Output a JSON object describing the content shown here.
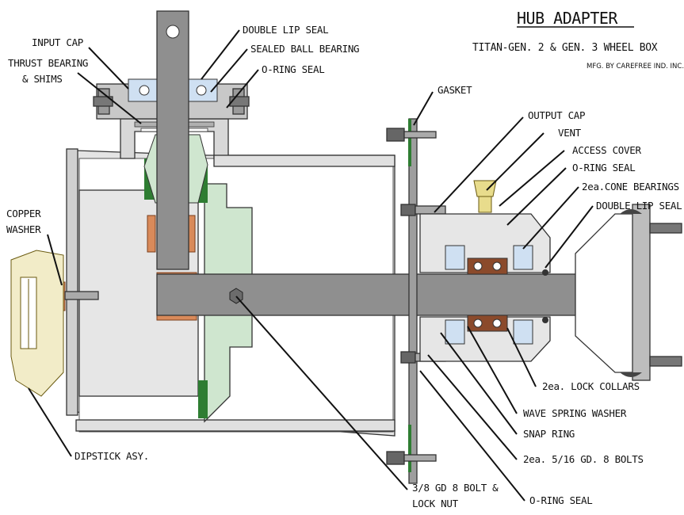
{
  "header": {
    "title": "HUB ADAPTER",
    "subtitle": "TITAN-GEN. 2 & GEN. 3 WHEEL BOX",
    "manufacturer": "MFG. BY CAREFREE IND. INC."
  },
  "labels": {
    "input_cap": "INPUT CAP",
    "thrust_bearing_1": "THRUST BEARING",
    "thrust_bearing_2": "& SHIMS",
    "double_lip_seal_top": "DOUBLE LIP SEAL",
    "sealed_ball_bearing": "SEALED BALL BEARING",
    "o_ring_seal_top": "O-RING SEAL",
    "gasket": "GASKET",
    "output_cap": "OUTPUT CAP",
    "vent": "VENT",
    "access_cover": "ACCESS COVER",
    "o_ring_seal_right": "O-RING SEAL",
    "cone_bearings": "2ea.CONE BEARINGS",
    "double_lip_seal_right": "DOUBLE LIP SEAL",
    "copper_washer_1": "COPPER",
    "copper_washer_2": "WASHER",
    "lock_collars": "2ea. LOCK COLLARS",
    "wave_spring_washer": "WAVE SPRING WASHER",
    "snap_ring": "SNAP RING",
    "bolts_5_16": "2ea. 5/16 GD. 8 BOLTS",
    "dipstick": "DIPSTICK ASY.",
    "bolt_3_8_1": "3/8 GD 8 BOLT &",
    "bolt_3_8_2": "LOCK NUT",
    "o_ring_seal_bottom": "O-RING SEAL"
  },
  "colors": {
    "housing_gray": "#dcdcdc",
    "shaft_gray": "#8f8f8f",
    "gear_green": "#cfe6cf",
    "gasket_green": "#2e7d32",
    "copper": "#d98a5a",
    "bearing_blue": "#cfe0f2",
    "bearing_brown": "#8b4a2b",
    "dipstick_cream": "#f2ecc8",
    "vent_yellow": "#e8dc8c"
  }
}
